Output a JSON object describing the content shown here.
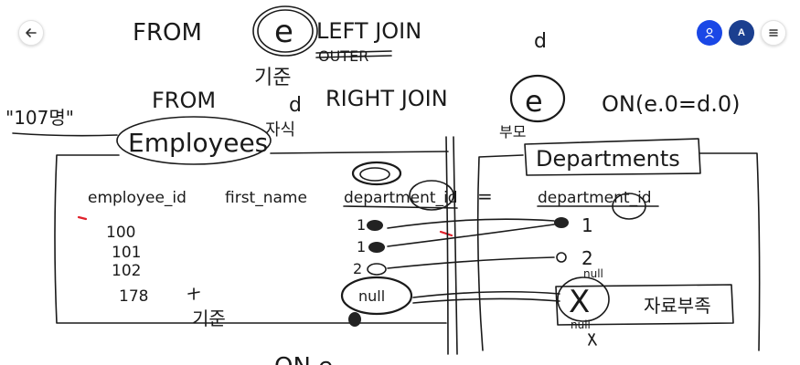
{
  "toolbar": {
    "avatar_initial": "A",
    "icons": {
      "back": "arrow-left-icon",
      "user": "person-icon",
      "menu": "hamburger-menu-icon"
    },
    "colors": {
      "user_button": "#1a47e6",
      "avatar_button": "#1b3f8f"
    }
  },
  "board": {
    "line1": {
      "from": "FROM",
      "e": "e",
      "left_join": "LEFT JOIN",
      "outer": "OUTER",
      "d": "d",
      "gijun": "기준"
    },
    "line2": {
      "count_note": "\"107명\"",
      "from": "FROM",
      "d": "d",
      "right_join": "RIGHT JOIN",
      "e": "e",
      "on_clause": "ON(e.0=d.0)",
      "jasik": "자식",
      "bumo": "부모"
    },
    "employees": {
      "title": "Employees",
      "headers": [
        "employee_id",
        "first_name",
        "department_id",
        "="
      ],
      "ids": [
        "100",
        "101",
        "102",
        "178"
      ],
      "dept_values": [
        "1",
        "1",
        "2",
        "null"
      ],
      "gijun": "기준"
    },
    "departments": {
      "title": "Departments",
      "header": "department_id",
      "values": [
        "1",
        "2"
      ],
      "null_label": "null",
      "null_label_2": "null",
      "jaryo_bujok": "자료부족",
      "mark": "X"
    },
    "bottom": {
      "on_fragment": "ON e"
    }
  }
}
